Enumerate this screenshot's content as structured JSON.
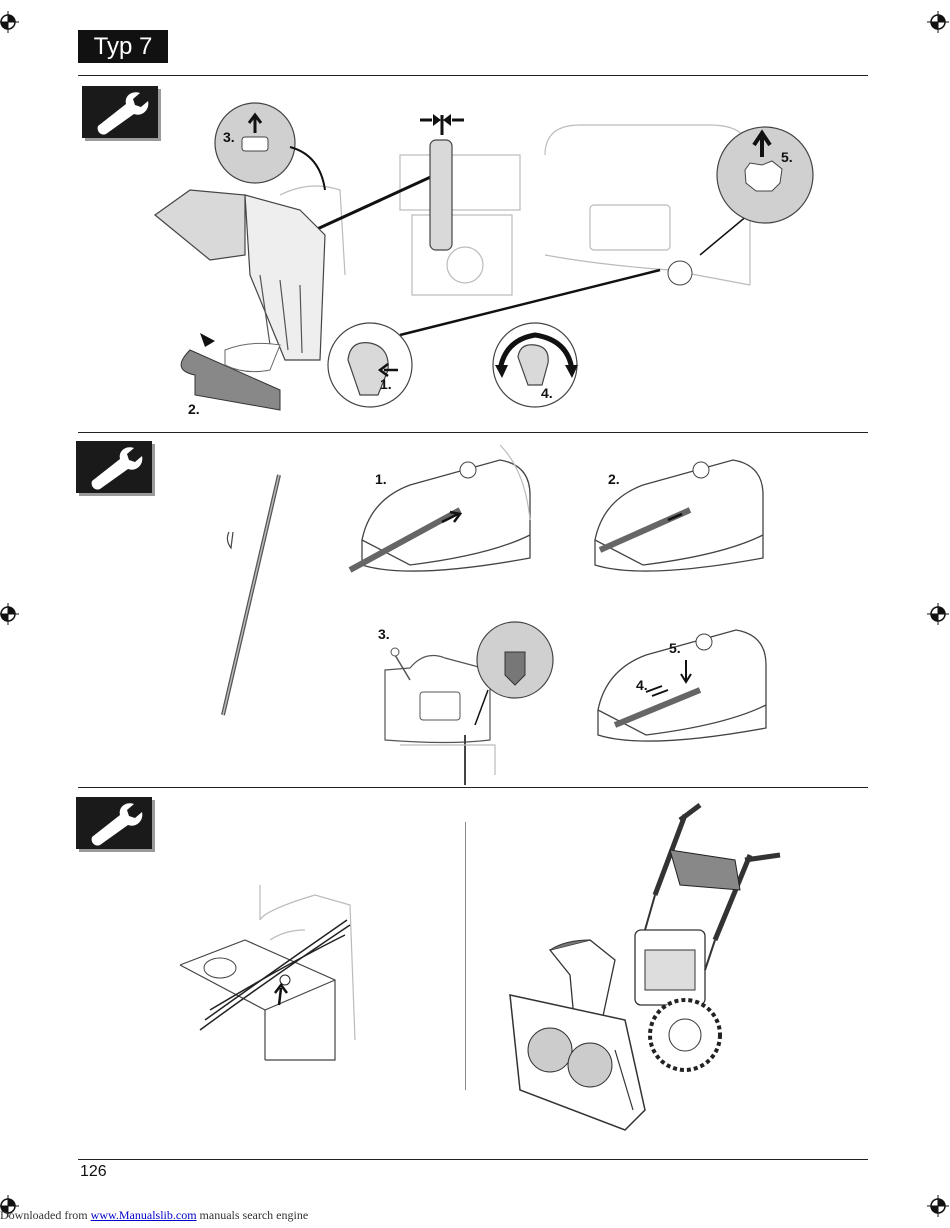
{
  "header": {
    "title": "Typ 7"
  },
  "icons": {
    "section_icon": "wrench-icon",
    "registration": "registration-mark-icon"
  },
  "section1": {
    "steps": {
      "s1": "1.",
      "s2": "2.",
      "s3": "3.",
      "s4": "4.",
      "s5": "5."
    }
  },
  "section2": {
    "steps": {
      "s1": "1.",
      "s2": "2.",
      "s3": "3.",
      "s4": "4.",
      "s5": "5."
    }
  },
  "footer": {
    "page_number": "126",
    "prefix": "Downloaded from",
    "link_text": "www.Manualslib.com",
    "suffix": "manuals search engine"
  }
}
